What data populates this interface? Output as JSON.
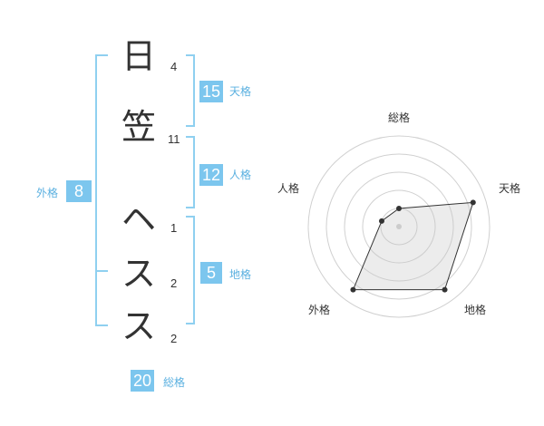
{
  "characters": [
    {
      "char": "日",
      "strokes": "4"
    },
    {
      "char": "笠",
      "strokes": "11"
    },
    {
      "char": "ヘ",
      "strokes": "1"
    },
    {
      "char": "ス",
      "strokes": "2"
    },
    {
      "char": "ス",
      "strokes": "2"
    }
  ],
  "fortunes": {
    "tenkaku": {
      "value": "15",
      "label": "天格"
    },
    "jinkaku": {
      "value": "12",
      "label": "人格"
    },
    "chikaku": {
      "value": "5",
      "label": "地格"
    },
    "gaikaku": {
      "value": "8",
      "label": "外格"
    },
    "soukaku": {
      "value": "20",
      "label": "総格"
    }
  },
  "colors": {
    "accent": "#7cc6ee",
    "bracket": "#8fd0f0"
  },
  "chart_data": {
    "type": "radar",
    "axes": [
      "総格",
      "天格",
      "地格",
      "外格",
      "人格"
    ],
    "levels": 5,
    "range": [
      0,
      5
    ],
    "values": [
      1,
      4.3,
      4.3,
      4.3,
      1
    ]
  }
}
